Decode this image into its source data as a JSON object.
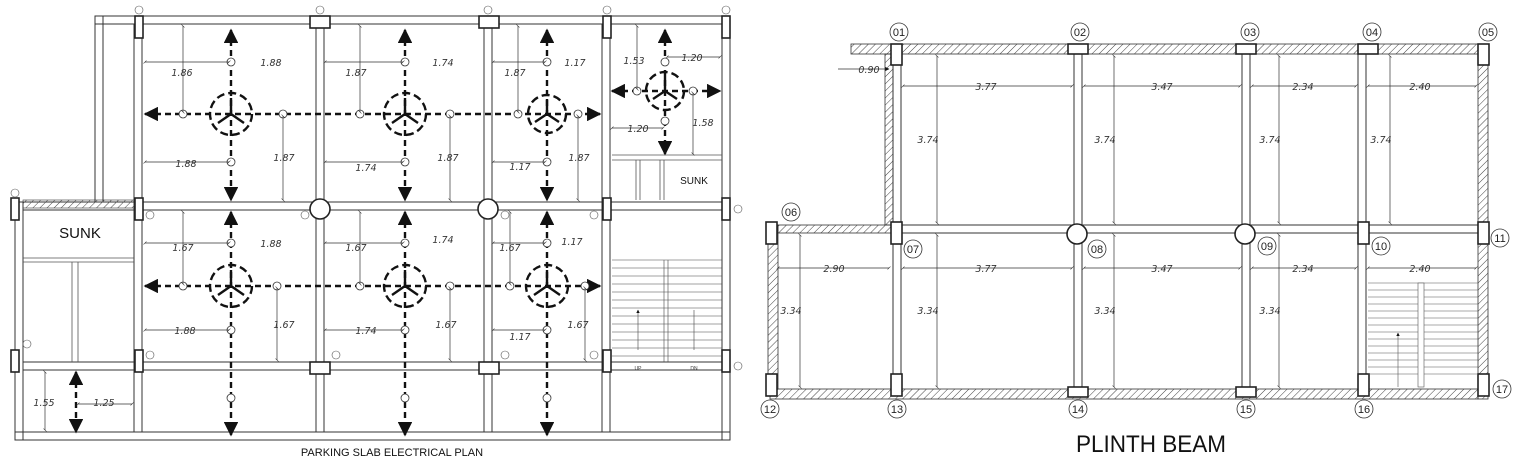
{
  "left_plan": {
    "title": "PARKING SLAB ELECTRICAL PLAN",
    "sunk_labels": [
      "SUNK",
      "SUNK"
    ],
    "stair_labels": [
      "UP",
      "DN"
    ],
    "dimensions": {
      "top_horizontal": [
        "1.88",
        "1.74",
        "1.17",
        "1.20"
      ],
      "top_vertical": [
        "1.86",
        "1.87",
        "1.87",
        "1.53"
      ],
      "top_mid_horizontal": [
        "1.88",
        "1.74",
        "1.17",
        "1.20"
      ],
      "top_mid_vertical": [
        "1.87",
        "1.87",
        "1.87",
        "1.58"
      ],
      "bottom_horizontal": [
        "1.88",
        "1.74",
        "1.17"
      ],
      "bottom_vertical": [
        "1.67",
        "1.67",
        "1.67"
      ],
      "bottom_lower_horizontal": [
        "1.88",
        "1.74",
        "1.17"
      ],
      "bottom_lower_vertical": [
        "1.67",
        "1.67",
        "1.67"
      ],
      "parking_corner": [
        "1.55",
        "1.25"
      ]
    }
  },
  "right_plan": {
    "title": "PLINTH BEAM",
    "offset": "0.90",
    "column_labels_top": [
      "01",
      "02",
      "03",
      "04",
      "05"
    ],
    "column_labels_mid": [
      "06",
      "07",
      "08",
      "09",
      "10",
      "11"
    ],
    "column_labels_bottom": [
      "12",
      "13",
      "14",
      "15",
      "16",
      "17"
    ],
    "top_spans": [
      "3.77",
      "3.47",
      "2.34",
      "2.40"
    ],
    "top_heights": [
      "3.74",
      "3.74",
      "3.74",
      "3.74"
    ],
    "bottom_spans": [
      "2.90",
      "3.77",
      "3.47",
      "2.34",
      "2.40"
    ],
    "bottom_heights": [
      "3.34",
      "3.34",
      "3.34",
      "3.34"
    ]
  }
}
